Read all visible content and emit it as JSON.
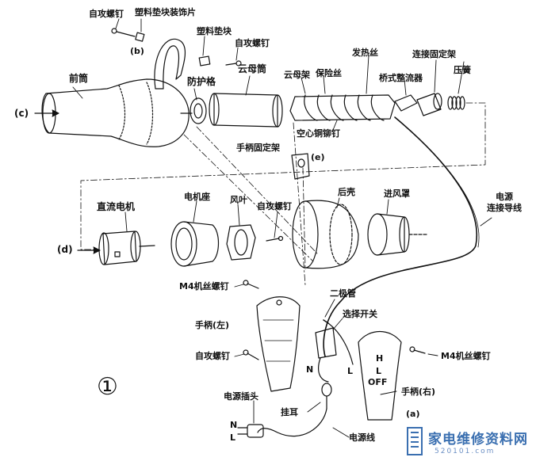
{
  "labels": {
    "self_tap_screw_top": "自攻螺钉",
    "plastic_pad_trim": "塑料垫块装饰片",
    "callout_b": "(b)",
    "plastic_pad": "塑料垫块",
    "self_tap_screw_2": "自攻螺钉",
    "front_barrel": "前筒",
    "mica_tube": "云母筒",
    "guard_grid": "防护格",
    "callout_c": "(c)",
    "mica_frame": "云母架",
    "fuse_wire": "保险丝",
    "heating_wire": "发热丝",
    "connection_bracket": "连接固定架",
    "bridge_rectifier": "桥式整流器",
    "spring": "压簧",
    "hollow_rivet": "空心铜铆钉",
    "handle_bracket": "手柄固定架",
    "callout_e": "(e)",
    "power_lead": "电源\n连接导线",
    "dc_motor": "直流电机",
    "motor_seat": "电机座",
    "fan_blade": "风叶",
    "self_tap_screw_3": "自攻螺钉",
    "rear_shell": "后壳",
    "intake_cover": "进风罩",
    "callout_d": "(d)",
    "m4_screw_left": "M4机丝螺钉",
    "diode": "二极管",
    "selector_switch": "选择开关",
    "handle_left": "手柄(左)",
    "self_tap_screw_4": "自攻螺钉",
    "m4_screw_right": "M4机丝螺钉",
    "n_mark": "N",
    "l_mark": "L",
    "switch_h": "H",
    "switch_l": "L",
    "switch_off": "OFF",
    "handle_right": "手柄(右)",
    "figure_number": "①",
    "power_plug": "电源插头",
    "hang_loop": "挂耳",
    "power_cord": "电源线",
    "plug_n": "N",
    "plug_l": "L",
    "callout_a": "(a)"
  },
  "watermark": {
    "text": "家电维修资料网",
    "sub": "520101.com"
  },
  "colors": {
    "ink": "#111111",
    "watermark": "#3a6fb0"
  }
}
